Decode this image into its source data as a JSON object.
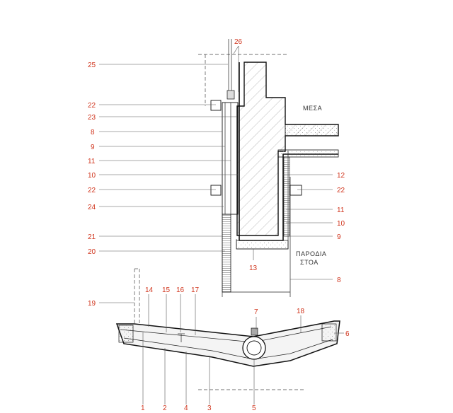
{
  "callouts": {
    "n1": "1",
    "n2": "2",
    "n3": "3",
    "n4": "4",
    "n5": "5",
    "n6": "6",
    "n7": "7",
    "n8": "8",
    "n9": "9",
    "n10": "10",
    "n11": "11",
    "n12": "12",
    "n13": "13",
    "n14": "14",
    "n15": "15",
    "n16": "16",
    "n17": "17",
    "n18": "18",
    "n19": "19",
    "n20": "20",
    "n21": "21",
    "n22": "22",
    "n23": "23",
    "n24": "24",
    "n25": "25",
    "n26": "26"
  },
  "zones": {
    "inside": "ΜΕΣΑ",
    "portico_line1": "ΠΑΡΟΔΙΑ",
    "portico_line2": "ΣΤΟΑ"
  },
  "colors": {
    "callout": "#d0341c",
    "linework": "#111111",
    "leader": "#555555",
    "concrete_hatch": "#777777"
  }
}
